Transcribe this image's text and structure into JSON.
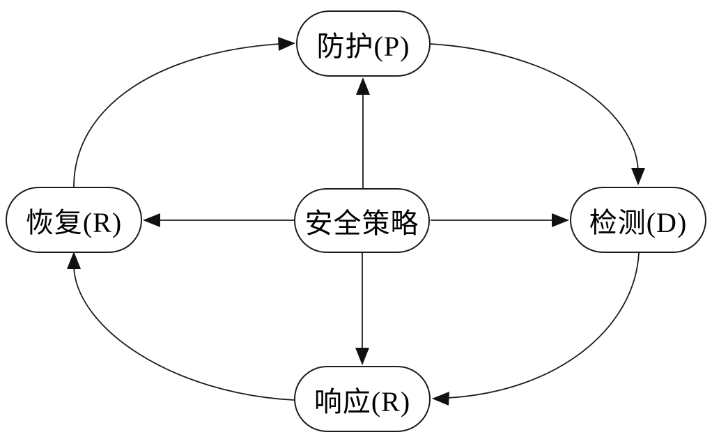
{
  "diagram": {
    "nodes": {
      "policy": {
        "label": "安全策略"
      },
      "protection": {
        "label": "防护(P)"
      },
      "detection": {
        "label": "检测(D)"
      },
      "response": {
        "label": "响应(R)"
      },
      "recovery": {
        "label": "恢复(R)"
      }
    },
    "edges": [
      {
        "from": "安全策略",
        "to": "防护(P)",
        "style": "straight",
        "direction": "up"
      },
      {
        "from": "安全策略",
        "to": "检测(D)",
        "style": "straight",
        "direction": "right"
      },
      {
        "from": "安全策略",
        "to": "响应(R)",
        "style": "straight",
        "direction": "down"
      },
      {
        "from": "安全策略",
        "to": "恢复(R)",
        "style": "straight",
        "direction": "left"
      },
      {
        "from": "防护(P)",
        "to": "检测(D)",
        "style": "curved",
        "direction": "clockwise"
      },
      {
        "from": "检测(D)",
        "to": "响应(R)",
        "style": "curved",
        "direction": "clockwise"
      },
      {
        "from": "响应(R)",
        "to": "恢复(R)",
        "style": "curved",
        "direction": "clockwise"
      },
      {
        "from": "恢复(R)",
        "to": "防护(P)",
        "style": "curved",
        "direction": "clockwise"
      }
    ],
    "colors": {
      "background": "#ffffff",
      "node_fill": "#ffffff",
      "node_border": "#1c1c1c",
      "line": "#1c1c1c",
      "text": "#000000"
    }
  }
}
